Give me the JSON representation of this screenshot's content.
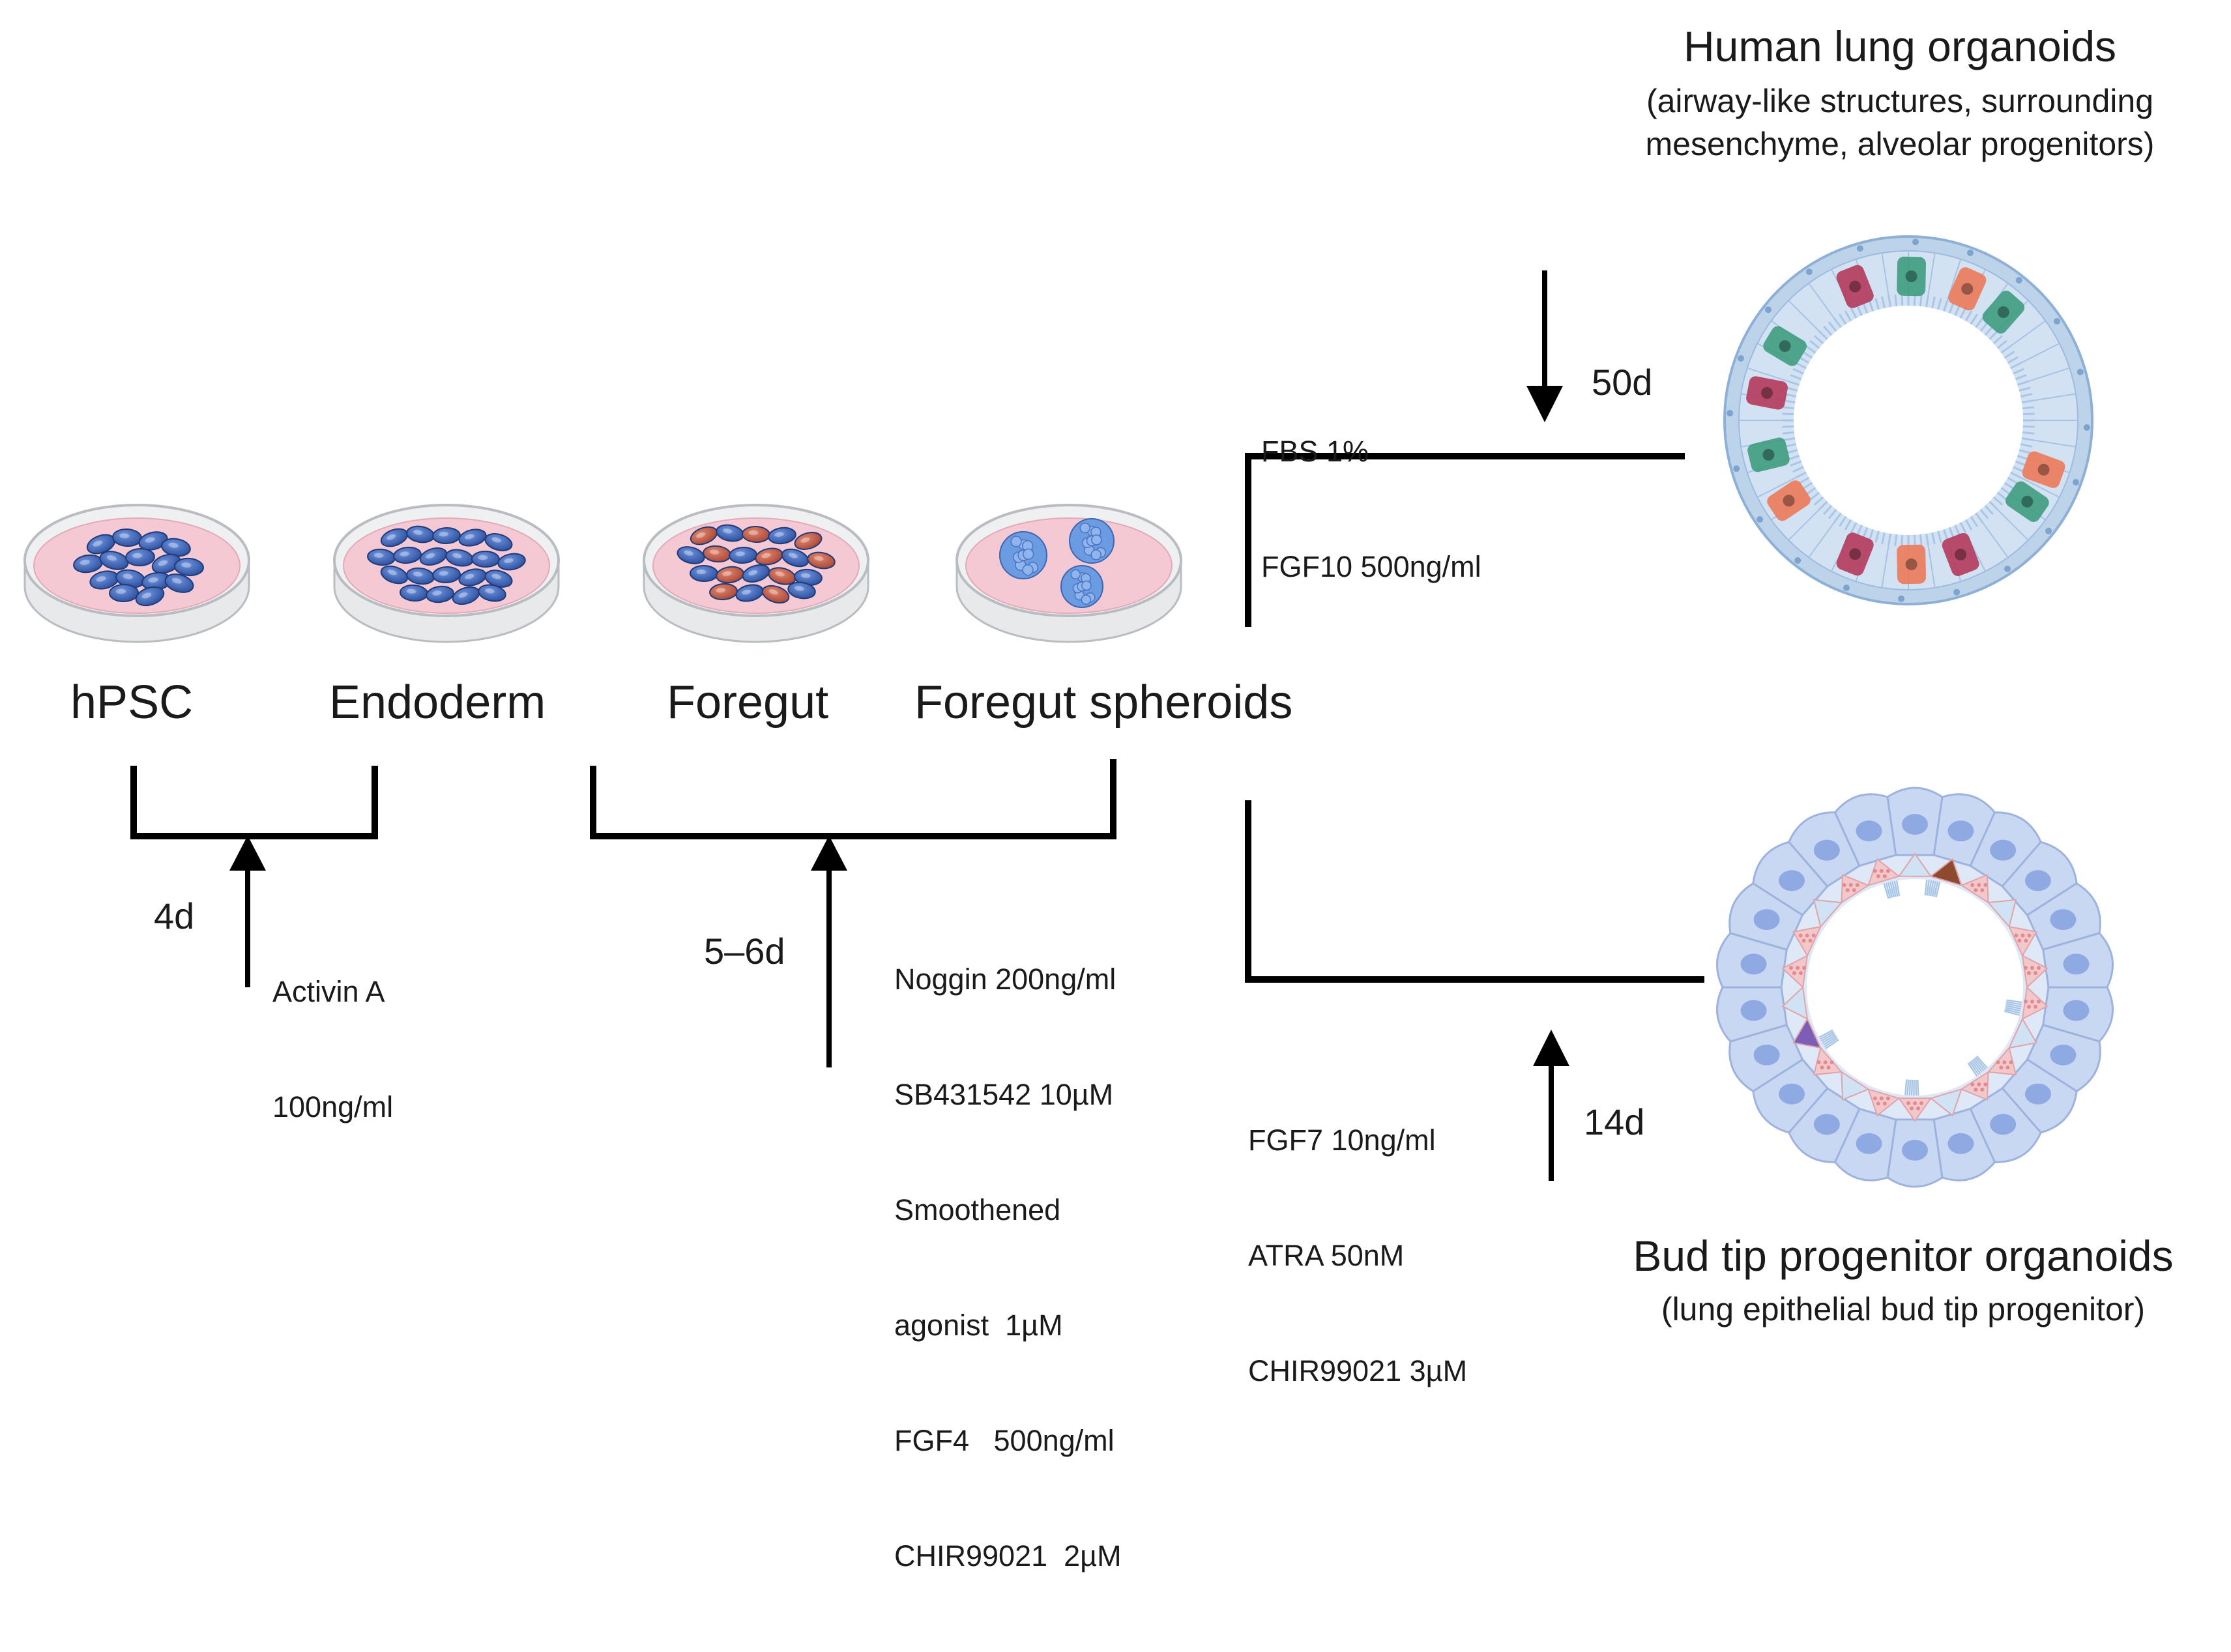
{
  "stages": [
    {
      "id": "hpsc",
      "label": "hPSC"
    },
    {
      "id": "endoderm",
      "label": "Endoderm"
    },
    {
      "id": "foregut",
      "label": "Foregut"
    },
    {
      "id": "spheroids",
      "label": "Foregut spheroids"
    }
  ],
  "steps": {
    "endoderm_induction": {
      "duration": "4d",
      "conditions": [
        "Activin A",
        "100ng/ml"
      ]
    },
    "foregut_induction": {
      "duration": "5–6d",
      "conditions": [
        "Noggin 200ng/ml",
        "SB431542 10µM",
        "Smoothened",
        "agonist  1µM",
        "FGF4   500ng/ml",
        "CHIR99021  2µM"
      ]
    },
    "lung_organoid": {
      "duration": "50d",
      "conditions": [
        "FBS 1%",
        "FGF10 500ng/ml"
      ]
    },
    "bud_tip": {
      "duration": "14d",
      "conditions": [
        "FGF7 10ng/ml",
        "ATRA 50nM",
        "CHIR99021 3µM"
      ]
    }
  },
  "outcomes": {
    "lung": {
      "title": "Human lung organoids",
      "subtitle": [
        "(airway-like structures, surrounding",
        "mesenchyme, alveolar progenitors)"
      ]
    },
    "bud_tip": {
      "title": "Bud tip progenitor organoids",
      "subtitle": [
        "(lung epithelial bud tip progenitor)"
      ]
    }
  },
  "colors": {
    "dish_media": "#f5c9d4",
    "dish_rim": "#b9bcc1",
    "cell_blue": "#3d64b8",
    "cell_red": "#c0604a",
    "spheroid_blue": "#6b9be0",
    "organoid_shell": "#bcd3ea",
    "organoid_cell": "#d3e2f2",
    "cilia": "#a9c6e6",
    "crimson_cell": "#b43a5c",
    "green_cell": "#3f9c7f",
    "orange_cell": "#ec7a5a",
    "bud_cell": "#c9d8f2",
    "bud_nucleus": "#8fa9e3",
    "bud_pink": "#f3c8cb",
    "brown_cell": "#8e4a2e",
    "purple_cell": "#7d5db5",
    "line": "#000000"
  }
}
